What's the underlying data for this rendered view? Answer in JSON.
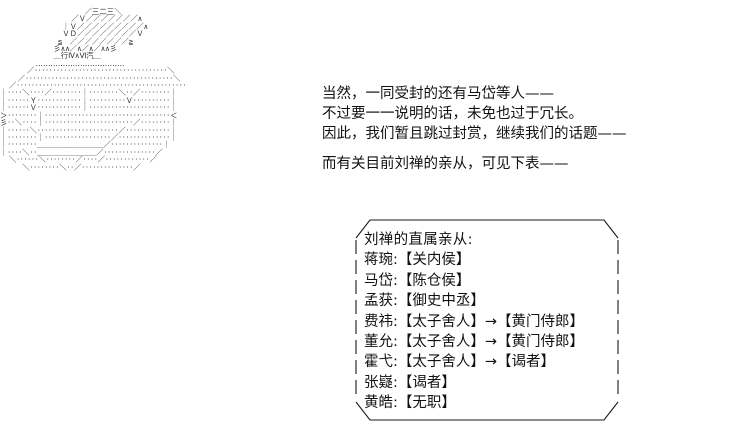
{
  "scene": {
    "ascii_art": {
      "icon_name": "ascii-art-character-portrait",
      "lines": [
        "                   ／三二三＼",
        "                ／Ｖ／／／／／／／∧",
        "              ｜Ｖ／／／／／／／／／∧",
        "              ＶＤ／／／／／／／／Ｖ",
        "             ≦　／／／／／／／／≧",
        "            彡∧∧／∧／∧／∧∧彡",
        "            ＿行Ⅳ∧Ⅵ汽＿",
        "        ‥‥‥‥‥‥‥‥‥‥‥‥‥‥‥‥‥‥",
        "      ／‥‥‥‥‥‥‥‥‥‥‥‥‥‥‥‥‥‥＼",
        "    ／‥‥‥‥‥‥‥‥‥‥‥‥‥‥‥‥‥‥‥‥＼",
        "  ／‥‥‥‥‥‥‥‥‥‥‥‥‥‥‥‥‥‥‥‥‥‥‥",
        "｜‥‥＼‥‥／‥‥‥‥｜‥‥‥‥＼‥／‥‥‥‥｜",
        "｜‥‥‥Ｙ‥‥‥‥‥‥｜‥‥‥‥‥Ｖ‥‥‥‥‥｜",
        "｜‥‥‥Ｖ‥‥‥‥‥‥｜‥‥‥‥‥‥‥‥‥‥‥｜",
        "＞‥‥‥‥｜‥‥‥‥‥‥‥‥‥‥‥‥‥‥‥‥‥＜",
        "彡‥＼‥‥｜‥‥‥‥‥‥‥‥‥‥‥‥／‥‥‥‥｜",
        "｜‥‥‥＼‥‥‥‥‥‥‥‥‥‥‥／‥‥‥‥‥‥｜",
        "｜‥‥‥‥｜‥‥‥‥‥‥‥‥‥／‥‥‥‥‥‥‥｜",
        "｜‥‥‥‥＿＿＿＿＿＿＿＿＿／‥‥‥‥‥‥‥｜",
        "｜‥‥＼‥＿＿＿＿＿＿＿＿／‥‥‥‥‥‥‥／",
        "  ＼‥‥‥＼‥‥‥‥／‥‥／‥‥‥‥‥‥／",
        "     ＼‥‥‥‥＼‥／‥‥‥‥‥‥‥／"
      ]
    },
    "narration": {
      "lines": [
        "当然，一同受封的还有马岱等人——",
        "不过要一一说明的话，未免也过于冗长。",
        "因此，我们暂且跳过封赏，继续我们的话题——"
      ],
      "final_line": "而有关目前刘禅的亲从，可见下表——"
    },
    "table": {
      "frame_icon": "ascii-box-frame",
      "header": "刘禅的直属亲从:",
      "rows": [
        {
          "name": "蒋琬",
          "posts": "【关内侯】"
        },
        {
          "name": "马岱",
          "posts": "【陈仓侯】"
        },
        {
          "name": "孟获",
          "posts": "【御史中丞】"
        },
        {
          "name": "费祎",
          "posts": "【太子舍人】→【黄门侍郎】"
        },
        {
          "name": "董允",
          "posts": "【太子舍人】→【黄门侍郎】"
        },
        {
          "name": "霍弋",
          "posts": "【太子舍人】→【谒者】"
        },
        {
          "name": "张嶷",
          "posts": "【谒者】"
        },
        {
          "name": "黄皓",
          "posts": "【无职】"
        }
      ]
    }
  },
  "colors": {
    "background": "#ffffff",
    "text": "#111111",
    "art": "#2b2b2b",
    "frame": "#1a1a1a"
  }
}
